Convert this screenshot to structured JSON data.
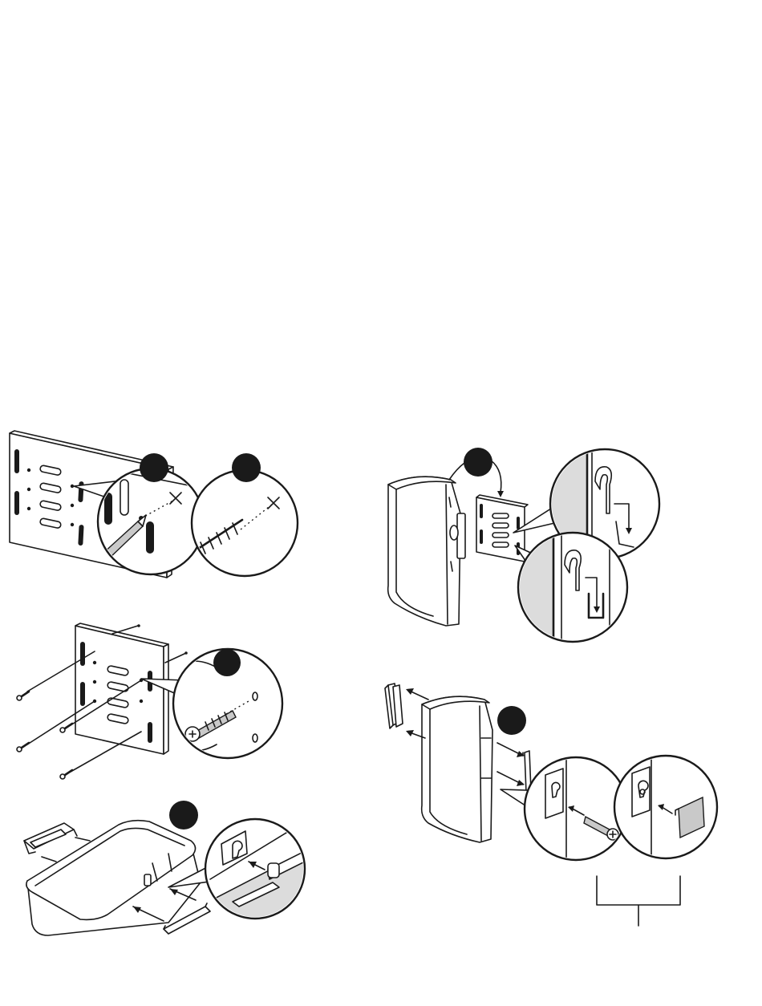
{
  "figure": {
    "background": "#ffffff",
    "ink_color": "#1a1a1a",
    "shade_color": "#dcdcdc",
    "step_badges": [
      "step-1-badge",
      "step-2-badge",
      "step-3-badge",
      "step-4-badge",
      "step-5-badge",
      "step-6-badge"
    ],
    "text_labels": []
  }
}
